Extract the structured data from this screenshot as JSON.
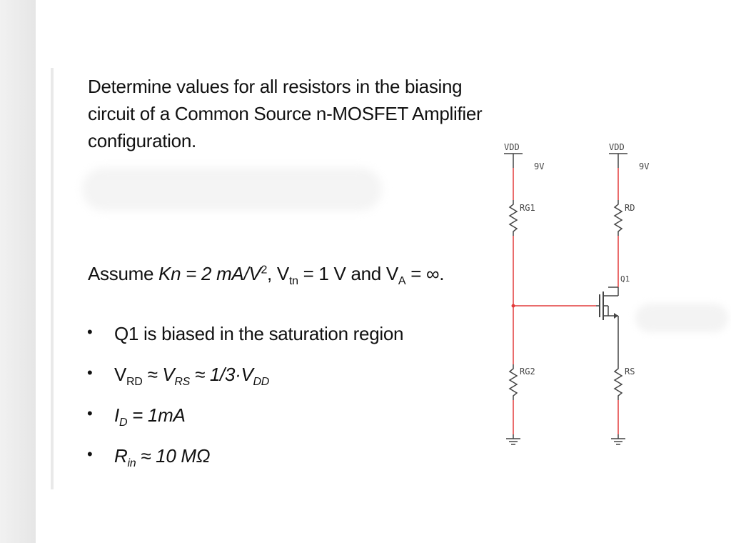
{
  "prompt_lines": [
    "Determine values for all resistors in the biasing",
    "circuit of a Common Source n-MOSFET Amplifier",
    "configuration."
  ],
  "assumption": {
    "prefix": "Assume ",
    "kn": "Kn = 2 mA/V",
    "kn_sup": "2",
    "vtn_label": ", V",
    "vtn_sub": "tn",
    "vtn_rest": " = 1 V and V",
    "va_sub": "A",
    "va_rest": " = ∞."
  },
  "bullets": [
    {
      "text": "Q1 is biased in the saturation region"
    },
    {
      "a": "V",
      "a_sub": "RD",
      "b": " ≈ V",
      "b_sub": "RS",
      "c": " ≈ 1/3·V",
      "c_sub": "DD"
    },
    {
      "a": "I",
      "a_sub": "D",
      "rest": " = 1mA"
    },
    {
      "a": "R",
      "a_sub": "in",
      "rest": " ≈ 10 MΩ"
    }
  ],
  "schematic": {
    "left_supply": "VDD",
    "left_voltage": "9V",
    "right_supply": "VDD",
    "right_voltage": "9V",
    "rg1": "RG1",
    "rg2": "RG2",
    "rd": "RD",
    "rs": "RS",
    "q1": "Q1",
    "wire_color": "#e23b3b",
    "line_color": "#444444"
  }
}
